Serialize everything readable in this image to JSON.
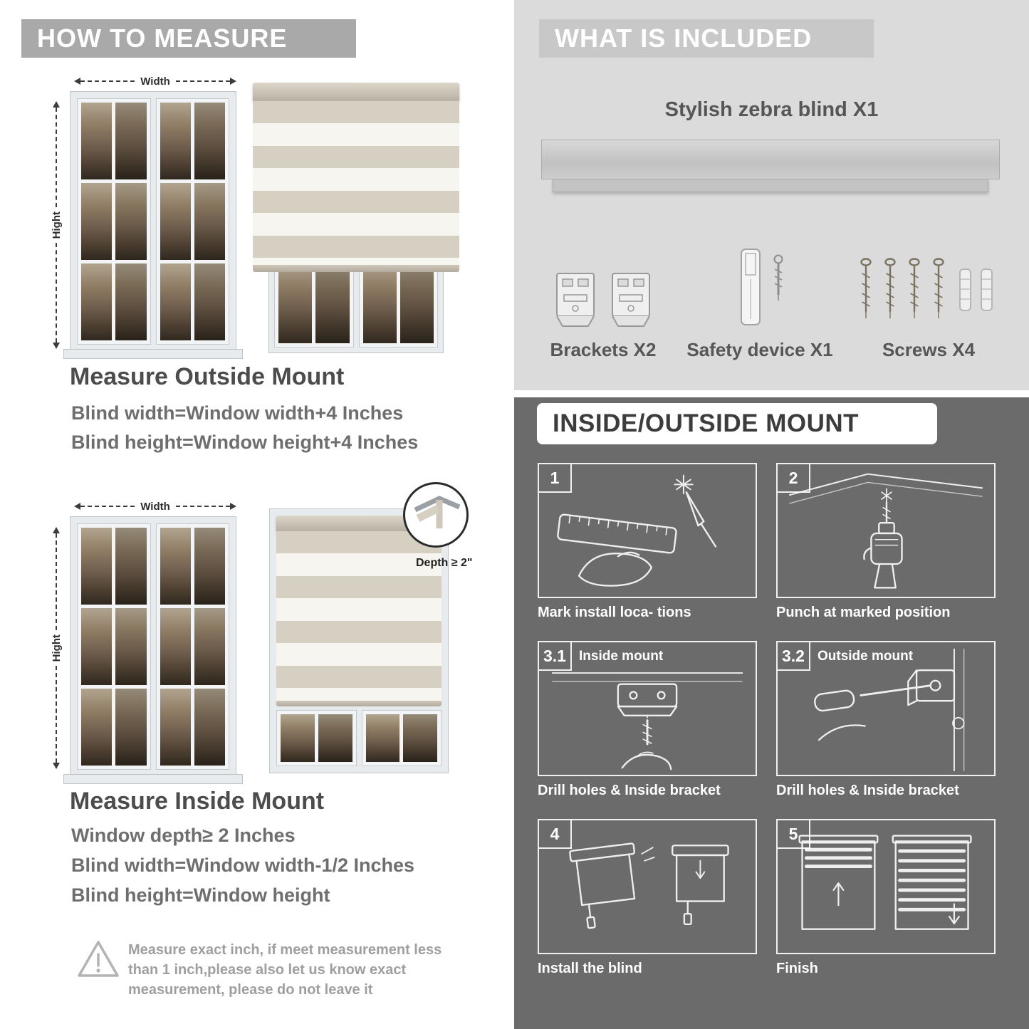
{
  "left": {
    "header": "HOW TO MEASURE",
    "outside": {
      "width_label": "Width",
      "height_label": "Hight",
      "title": "Measure Outside Mount",
      "line1": "Blind width=Window width+4 Inches",
      "line2": "Blind height=Window height+4 Inches"
    },
    "inside": {
      "width_label": "Width",
      "height_label": "Hight",
      "depth_label": "Depth ≥ 2\"",
      "title": "Measure Inside Mount",
      "line1": "Window depth≥ 2 Inches",
      "line2": "Blind width=Window width-1/2 Inches",
      "line3": "Blind height=Window height"
    },
    "warning_text": "Measure exact inch, if meet measurement less than 1 inch,please also let us know exact measurement, please do not leave it"
  },
  "included": {
    "header": "WHAT IS INCLUDED",
    "blind_label": "Stylish zebra blind X1",
    "items": [
      {
        "label": "Brackets X2"
      },
      {
        "label": "Safety device X1"
      },
      {
        "label": "Screws X4"
      }
    ]
  },
  "mount": {
    "header": "INSIDE/OUTSIDE MOUNT",
    "steps": [
      {
        "num": "1",
        "title": "",
        "caption": "Mark install loca- tions"
      },
      {
        "num": "2",
        "title": "",
        "caption": "Punch at  marked position"
      },
      {
        "num": "3.1",
        "title": "Inside mount",
        "caption": "Drill holes &  Inside bracket"
      },
      {
        "num": "3.2",
        "title": "Outside mount",
        "caption": "Drill holes &  Inside bracket"
      },
      {
        "num": "4",
        "title": "",
        "caption": "Install the blind"
      },
      {
        "num": "5",
        "title": "",
        "caption": "Finish"
      }
    ]
  },
  "colors": {
    "left_header_gray": "#a9a9a9",
    "included_bg": "#dbdbdb",
    "mount_bg": "#6b6b6b",
    "stripe_beige": "#d6d0c3",
    "stripe_sheer": "#f7f5f0"
  }
}
